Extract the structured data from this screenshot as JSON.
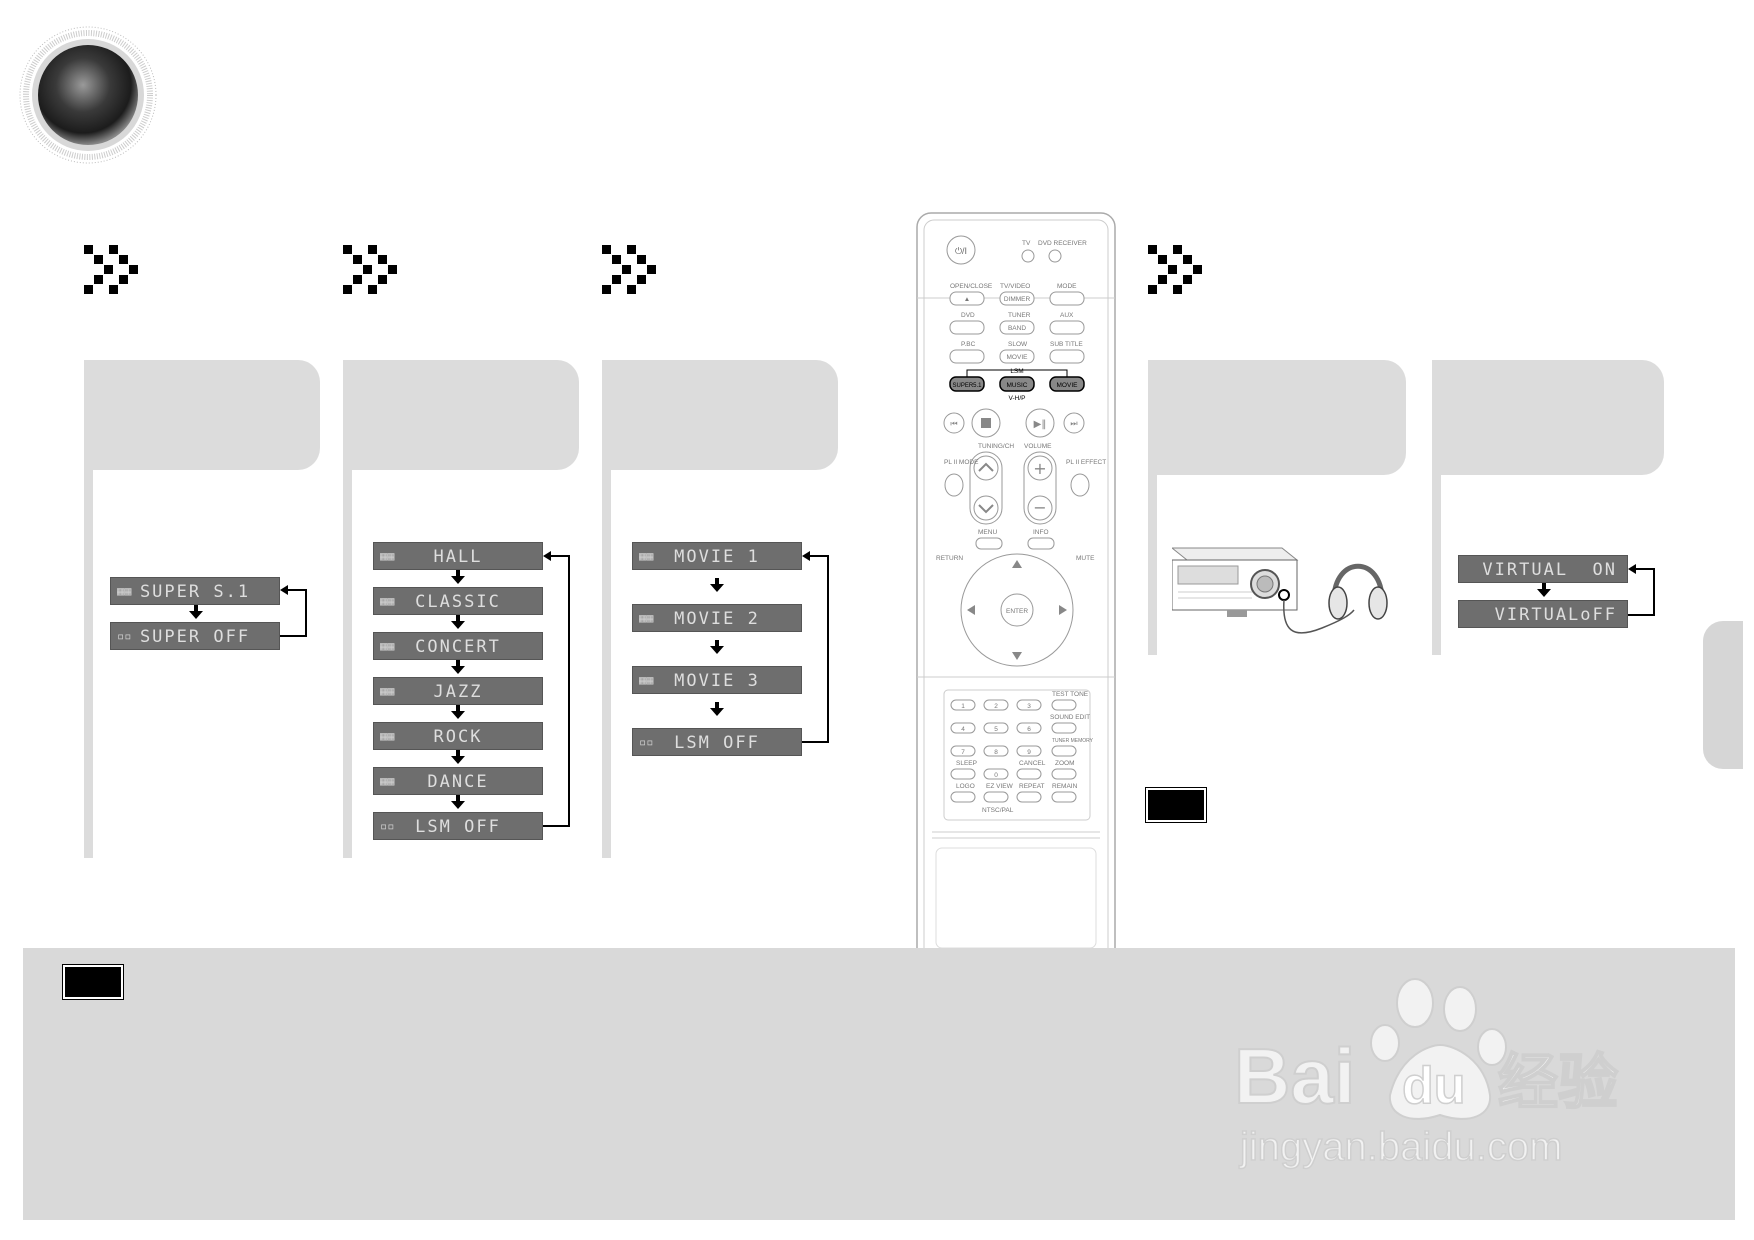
{
  "sections": [
    {
      "id": "s1",
      "displays": [
        "SUPER S.1",
        "SUPER OFF"
      ]
    },
    {
      "id": "s2",
      "displays": [
        "HALL",
        "CLASSIC",
        "CONCERT",
        "JAZZ",
        "ROCK",
        "DANCE",
        "LSM OFF"
      ]
    },
    {
      "id": "s3",
      "displays": [
        "MOVIE 1",
        "MOVIE 2",
        "MOVIE 3",
        "LSM OFF"
      ]
    },
    {
      "id": "s5",
      "displays": [
        "VIRTUAL  ON",
        "VIRTUALoFF"
      ]
    }
  ],
  "remote": {
    "power_label": "⏻/I",
    "tv_label": "TV",
    "dvd_receiver_label": "DVD RECEIVER",
    "rows": [
      [
        "OPEN/CLOSE",
        "TV/VIDEO",
        "MODE"
      ],
      [
        "DVD",
        "TUNER",
        "AUX"
      ],
      [
        "P.BC",
        "SLOW",
        "SUB TITLE"
      ]
    ],
    "row_inner": [
      [
        "▲",
        "DIMMER",
        ""
      ],
      [
        "",
        "BAND",
        ""
      ],
      [
        "",
        "MOVIE",
        ""
      ]
    ],
    "lsm_label": "LSM",
    "lsm_buttons": [
      "SUPER5.1",
      "MUSIC",
      "MOVIE"
    ],
    "vhp_label": "V-H/P",
    "tuning_label": "TUNING/CH",
    "volume_label": "VOLUME",
    "pl2_mode_label": "PL II MODE",
    "pl2_effect_label": "PL II EFFECT",
    "menu_label": "MENU",
    "info_label": "INFO",
    "return_label": "RETURN",
    "mute_label": "MUTE",
    "enter_label": "ENTER",
    "numpad": [
      "1",
      "2",
      "3",
      "4",
      "5",
      "6",
      "7",
      "8",
      "9",
      "",
      "0",
      ""
    ],
    "numpad_right": [
      "TEST TONE",
      "SOUND EDIT",
      "TUNER MEMORY",
      "ZOOM",
      "REMAIN"
    ],
    "numpad_bottom": [
      "SLEEP",
      "CANCEL",
      "LOGO",
      "EZ VIEW",
      "REPEAT",
      "NTSC/PAL"
    ]
  },
  "watermark": {
    "brand": "Bai",
    "brand2": "du",
    "suffix": "经验",
    "url": "jingyan.baidu.com"
  }
}
